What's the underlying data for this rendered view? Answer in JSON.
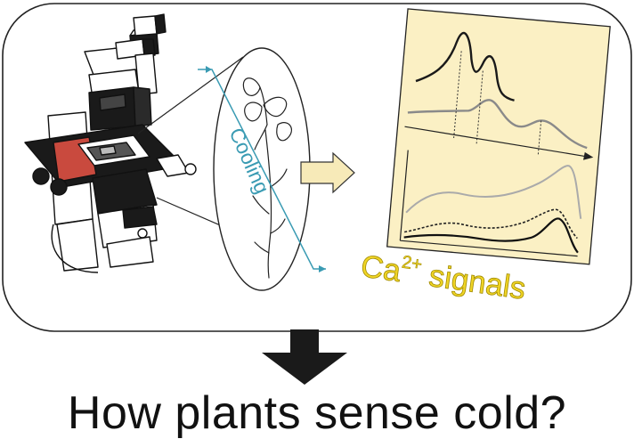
{
  "labels": {
    "cooling": "Cooling",
    "ca_main": "Ca",
    "ca_superscript": "2+",
    "ca_suffix": " signals",
    "question": "How plants sense cold?"
  },
  "colors": {
    "panel_fill": "#fbf0c4",
    "cooling_blue": "#3a9bb3",
    "ca_yellow": "#f0d526",
    "arrow_fill": "#f7eab8",
    "sample_red": "#c94a3e",
    "down_arrow": "#1a1a1a"
  },
  "icons": {
    "microscope": "inverted-microscope-icon",
    "plant": "seedling-icon",
    "transfer_arrow": "right-arrow-icon",
    "down_arrow": "down-arrow-icon"
  }
}
